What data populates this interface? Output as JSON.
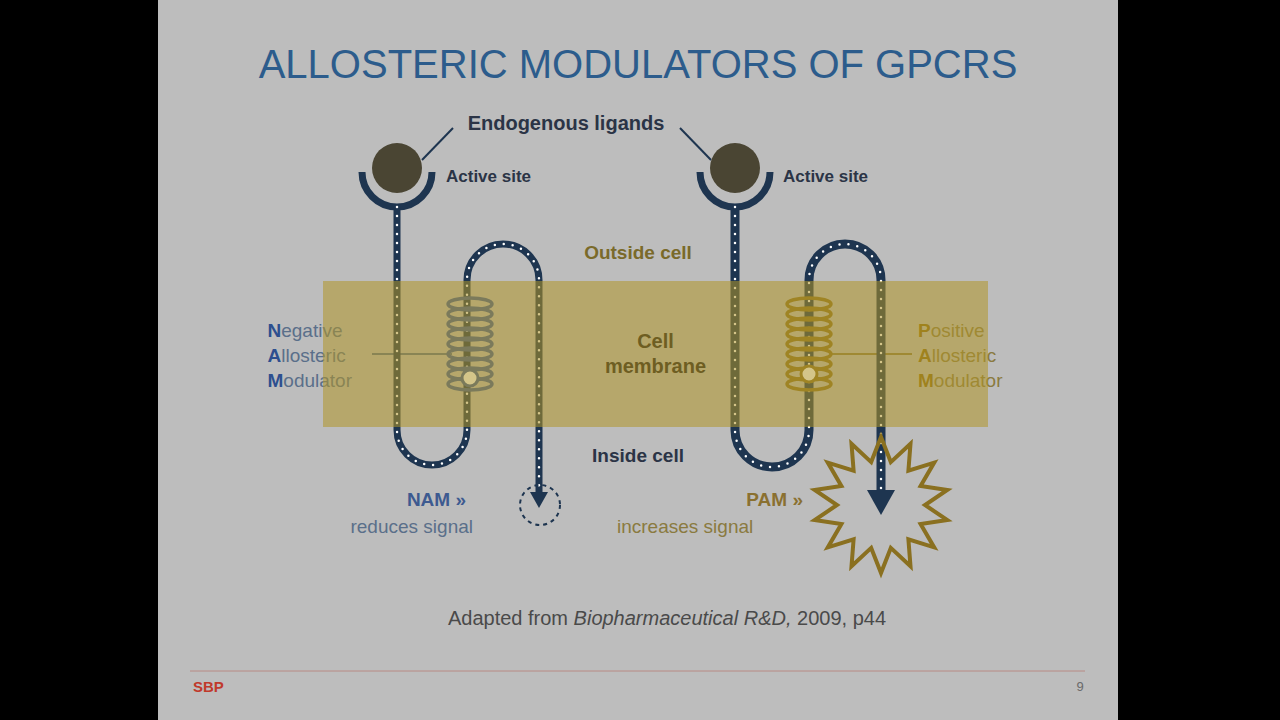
{
  "diagram": {
    "title": "ALLOSTERIC MODULATORS OF GPCRS",
    "caption": "Adapted from Biopharmaceutical R&D, 2009, p44",
    "nodes": [
      {
        "text": [
          "Cell membrane"
        ]
      }
    ],
    "labels": [
      "Endogenous ligands",
      "Active site",
      "Active site",
      "Outside cell",
      "Negative Allosteric Modulator",
      "Positive Allosteric Modulator",
      "Inside cell",
      "NAM »",
      "reduces signal",
      "PAM »",
      "increases signal",
      "SBP",
      "9"
    ]
  }
}
